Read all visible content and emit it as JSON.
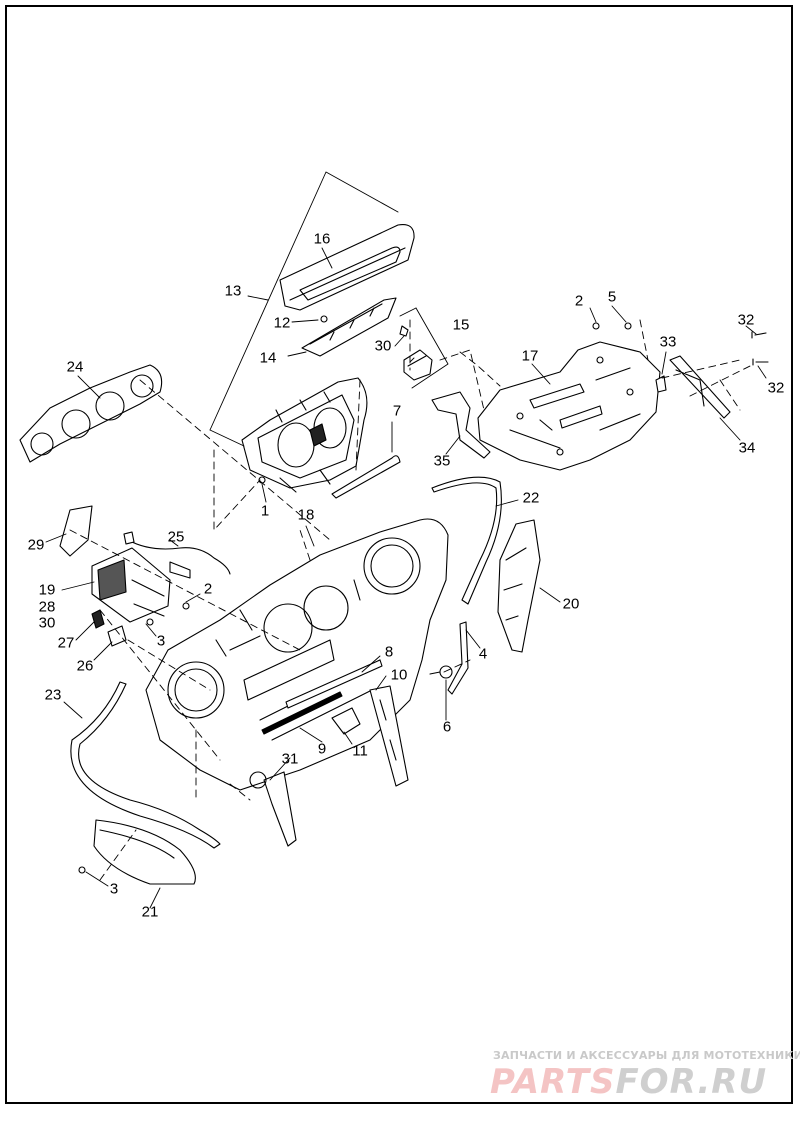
{
  "callouts": [
    {
      "id": "c16",
      "text": "16"
    },
    {
      "id": "c13",
      "text": "13"
    },
    {
      "id": "c12",
      "text": "12"
    },
    {
      "id": "c15",
      "text": "15"
    },
    {
      "id": "c30a",
      "text": "30"
    },
    {
      "id": "c14",
      "text": "14"
    },
    {
      "id": "c2a",
      "text": "2"
    },
    {
      "id": "c5",
      "text": "5"
    },
    {
      "id": "c17",
      "text": "17"
    },
    {
      "id": "c33",
      "text": "33"
    },
    {
      "id": "c32a",
      "text": "32"
    },
    {
      "id": "c32b",
      "text": "32"
    },
    {
      "id": "c34",
      "text": "34"
    },
    {
      "id": "c24",
      "text": "24"
    },
    {
      "id": "c7",
      "text": "7"
    },
    {
      "id": "c35",
      "text": "35"
    },
    {
      "id": "c1",
      "text": "1"
    },
    {
      "id": "c22",
      "text": "22"
    },
    {
      "id": "c18",
      "text": "18"
    },
    {
      "id": "c29",
      "text": "29"
    },
    {
      "id": "c25",
      "text": "25"
    },
    {
      "id": "c20",
      "text": "20"
    },
    {
      "id": "c19",
      "text": "19"
    },
    {
      "id": "c28",
      "text": "28"
    },
    {
      "id": "c2b",
      "text": "2"
    },
    {
      "id": "c30b",
      "text": "30"
    },
    {
      "id": "c3a",
      "text": "3"
    },
    {
      "id": "c27",
      "text": "27"
    },
    {
      "id": "c4",
      "text": "4"
    },
    {
      "id": "c26",
      "text": "26"
    },
    {
      "id": "c8",
      "text": "8"
    },
    {
      "id": "c10",
      "text": "10"
    },
    {
      "id": "c6",
      "text": "6"
    },
    {
      "id": "c23",
      "text": "23"
    },
    {
      "id": "c9",
      "text": "9"
    },
    {
      "id": "c11",
      "text": "11"
    },
    {
      "id": "c31",
      "text": "31"
    },
    {
      "id": "c3b",
      "text": "3"
    },
    {
      "id": "c21",
      "text": "21"
    }
  ],
  "watermark": {
    "tagline": "ЗАПЧАСТИ И АКСЕССУАРЫ ДЛЯ МОТОТЕХНИКИ",
    "logo_part1": "PARTS",
    "logo_part2": "FOR.RU"
  }
}
